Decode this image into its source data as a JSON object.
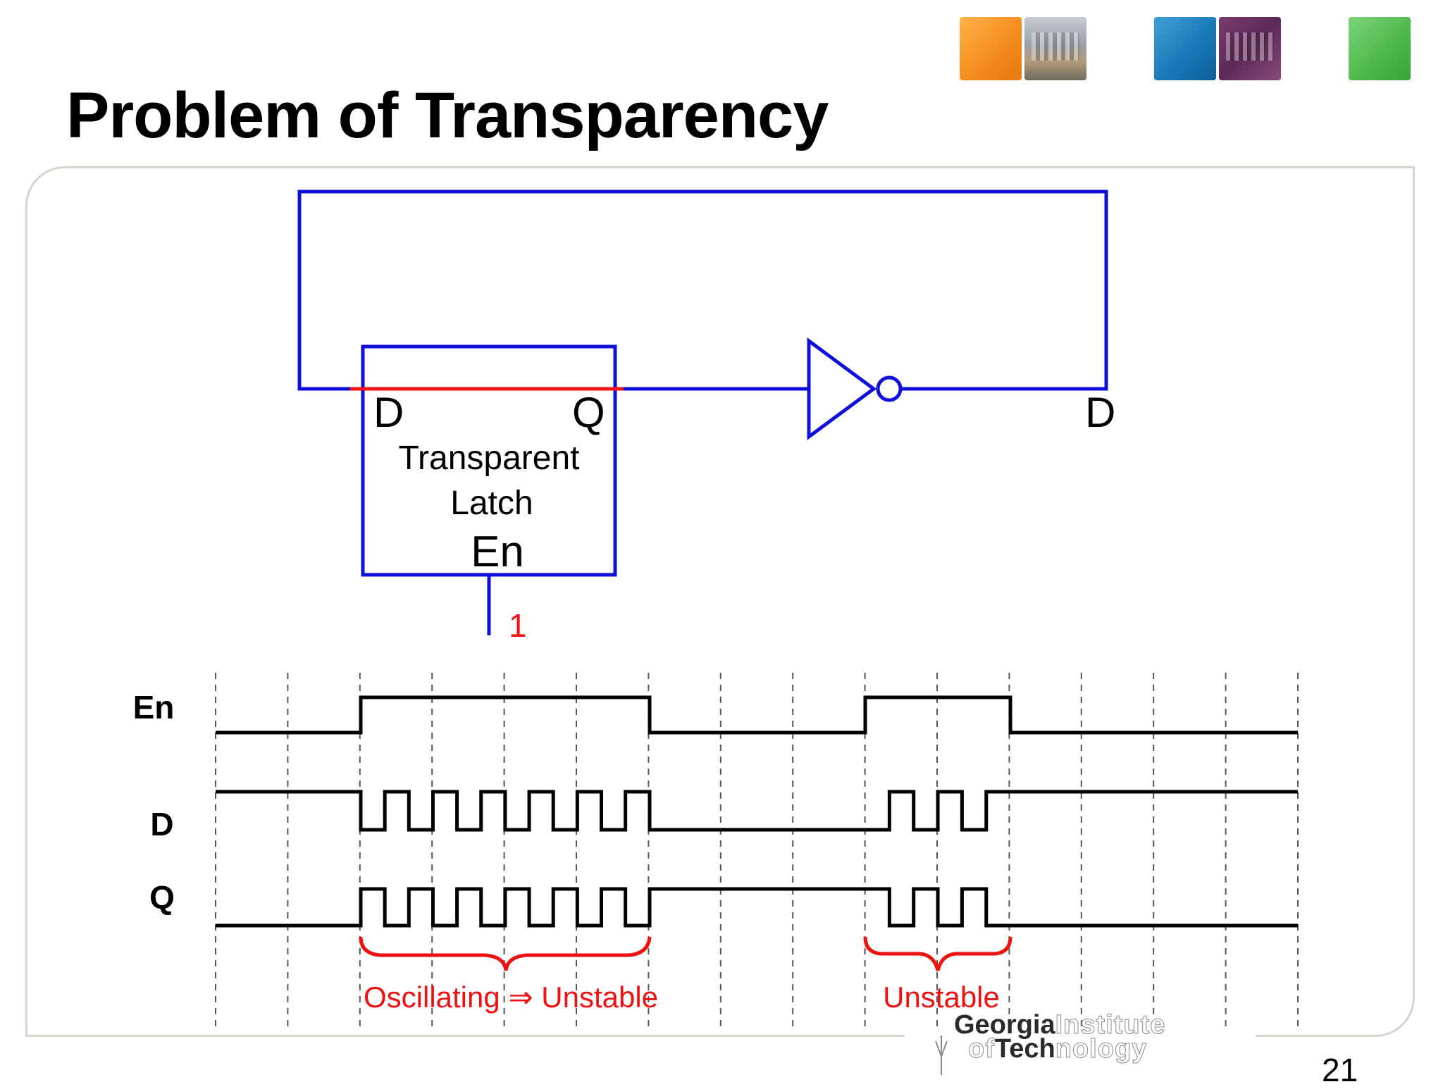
{
  "slide": {
    "title": "Problem of Transparency",
    "page_number": "21"
  },
  "header_tiles": [
    {
      "name": "orange-tile",
      "color": "#f28a1a"
    },
    {
      "name": "campus-photo",
      "color": "#9aa0a8"
    },
    {
      "name": "blue-tile",
      "color": "#1676b4"
    },
    {
      "name": "circuit-photo",
      "color": "#5c2a58"
    },
    {
      "name": "green-tile",
      "color": "#4cb84a"
    }
  ],
  "circuit": {
    "latch_name_line1": "Transparent",
    "latch_name_line2": "Latch",
    "port_d": "D",
    "port_q": "Q",
    "port_en": "En",
    "enable_value": "1",
    "output_label": "D",
    "gate": "inverter"
  },
  "timing": {
    "signals": [
      "En",
      "D",
      "Q"
    ],
    "annotations": [
      "Oscillating ⇒ Unstable",
      "Unstable"
    ]
  },
  "logo": {
    "word1": "Georgia",
    "word2": "Institute",
    "word3": "of",
    "word4": "Tech",
    "word5": "nology"
  },
  "colors": {
    "wire": "#1010dd",
    "highlight": "#ee1111",
    "waveform": "#000000",
    "grid": "#555555"
  }
}
